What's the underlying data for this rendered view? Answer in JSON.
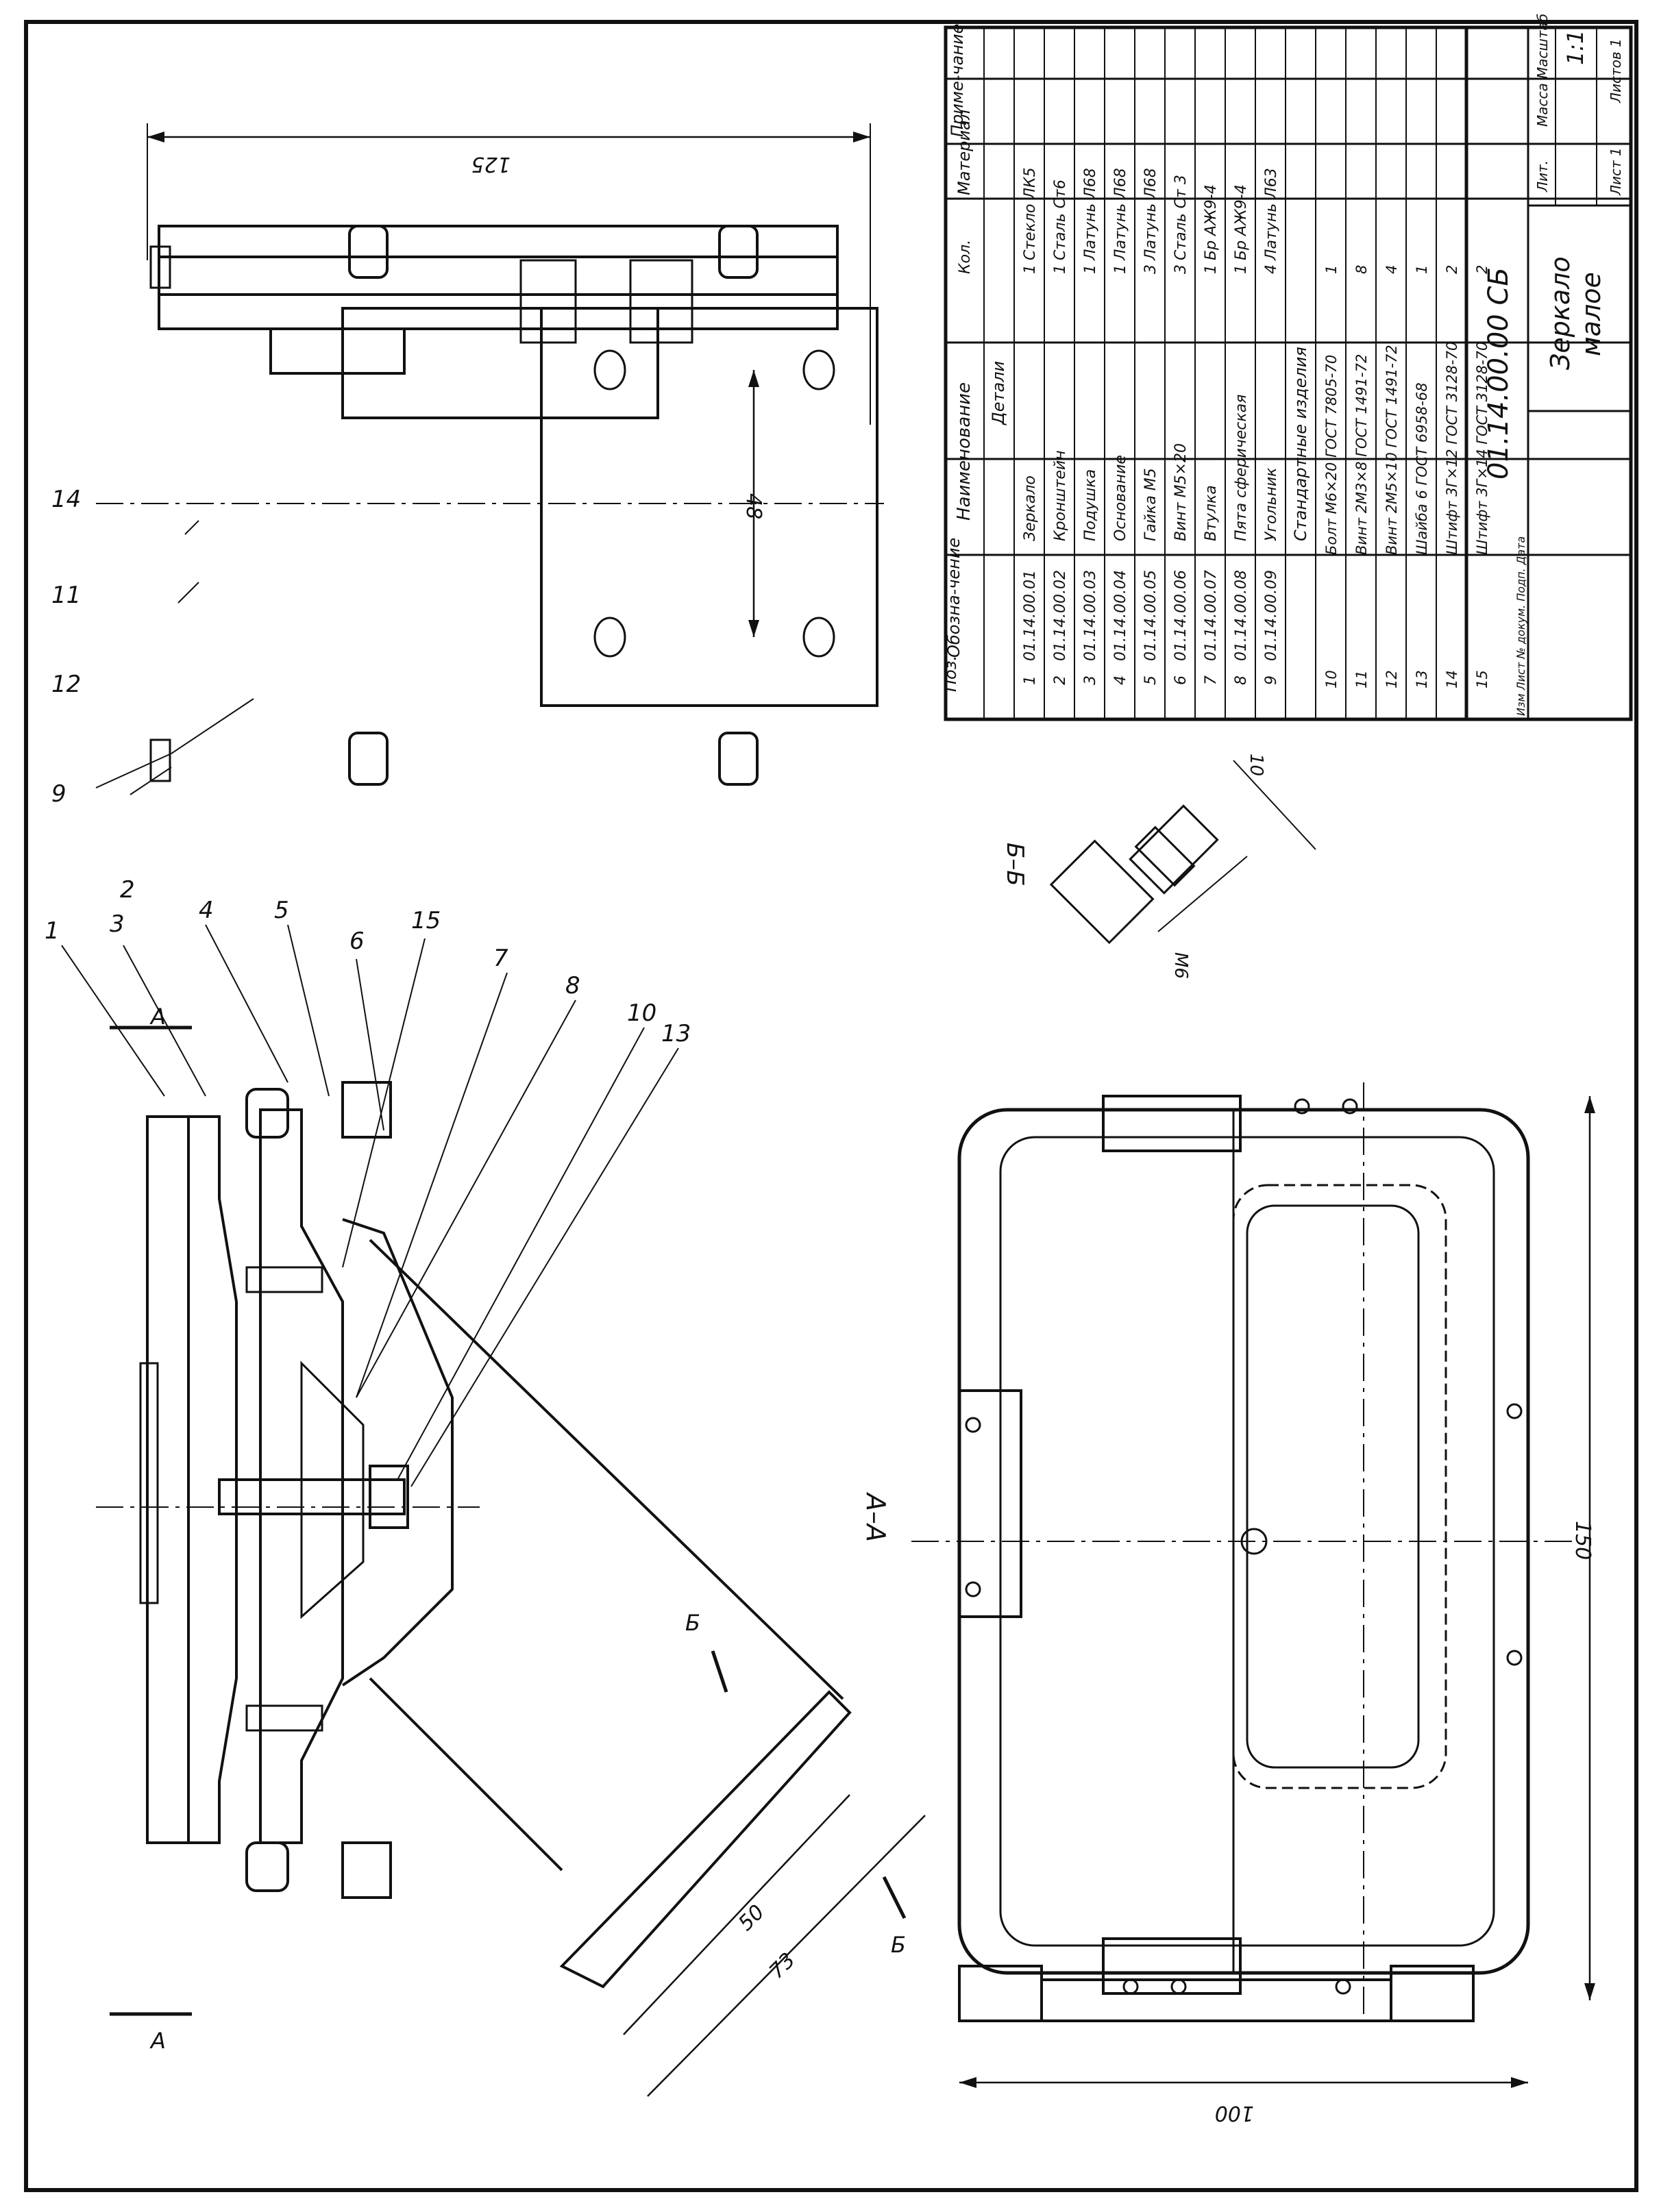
{
  "drawing": {
    "section_aa": "А–А",
    "section_bb": "Б–Б",
    "cut_a": "А",
    "cut_b": "Б",
    "dims": {
      "d125": "125",
      "d48": "48",
      "d50": "50",
      "d73": "73",
      "d150": "150",
      "d100": "100",
      "d10": "10",
      "m6": "М6"
    },
    "callouts": [
      "1",
      "3",
      "4",
      "5",
      "6",
      "15",
      "7",
      "8",
      "10",
      "13",
      "2",
      "9",
      "12",
      "11",
      "14"
    ]
  },
  "spec": {
    "headers": {
      "pos": "Поз.",
      "designation": "Обозна-чение",
      "name": "Наименование",
      "qty": "Кол.",
      "material": "Материал",
      "note": "Приме-чание"
    },
    "section_parts": "Детали",
    "section_std": "Стандартные изделия",
    "rows": [
      {
        "pos": "1",
        "des": "01.14.00.01",
        "name": "Зеркало",
        "qty": "1",
        "mat": "Стекло ЛК5"
      },
      {
        "pos": "2",
        "des": "01.14.00.02",
        "name": "Кронштейн",
        "qty": "1",
        "mat": "Сталь Ст6"
      },
      {
        "pos": "3",
        "des": "01.14.00.03",
        "name": "Подушка",
        "qty": "1",
        "mat": "Латунь Л68"
      },
      {
        "pos": "4",
        "des": "01.14.00.04",
        "name": "Основание",
        "qty": "1",
        "mat": "Латунь Л68"
      },
      {
        "pos": "5",
        "des": "01.14.00.05",
        "name": "Гайка М5",
        "qty": "3",
        "mat": "Латунь Л68"
      },
      {
        "pos": "6",
        "des": "01.14.00.06",
        "name": "Винт М5×20",
        "qty": "3",
        "mat": "Сталь Ст 3"
      },
      {
        "pos": "7",
        "des": "01.14.00.07",
        "name": "Втулка",
        "qty": "1",
        "mat": "Бр АЖ9-4"
      },
      {
        "pos": "8",
        "des": "01.14.00.08",
        "name": "Пята сферическая",
        "qty": "1",
        "mat": "Бр АЖ9-4"
      },
      {
        "pos": "9",
        "des": "01.14.00.09",
        "name": "Угольник",
        "qty": "4",
        "mat": "Латунь Л63"
      }
    ],
    "std_rows": [
      {
        "pos": "10",
        "name": "Болт М6×20 ГОСТ 7805-70",
        "qty": "1"
      },
      {
        "pos": "11",
        "name": "Винт 2М3×8 ГОСТ 1491-72",
        "qty": "8"
      },
      {
        "pos": "12",
        "name": "Винт 2М5×10 ГОСТ 1491-72",
        "qty": "4"
      },
      {
        "pos": "13",
        "name": "Шайба 6 ГОСТ 6958-68",
        "qty": "1"
      },
      {
        "pos": "14",
        "name": "Штифт 3Г×12 ГОСТ 3128-70",
        "qty": "2"
      },
      {
        "pos": "15",
        "name": "Штифт 3Г×14 ГОСТ 3128-70",
        "qty": "2"
      }
    ]
  },
  "title_block": {
    "doc_number": "01.14.00.00 СБ",
    "title_line1": "Зеркало",
    "title_line2": "малое",
    "lit": "Лит.",
    "mass": "Масса",
    "scale_label": "Масштаб",
    "scale": "1:1",
    "sheet": "Лист 1",
    "sheets": "Листов 1",
    "cols": "Изм Лист № докум. Подп. Дата"
  }
}
